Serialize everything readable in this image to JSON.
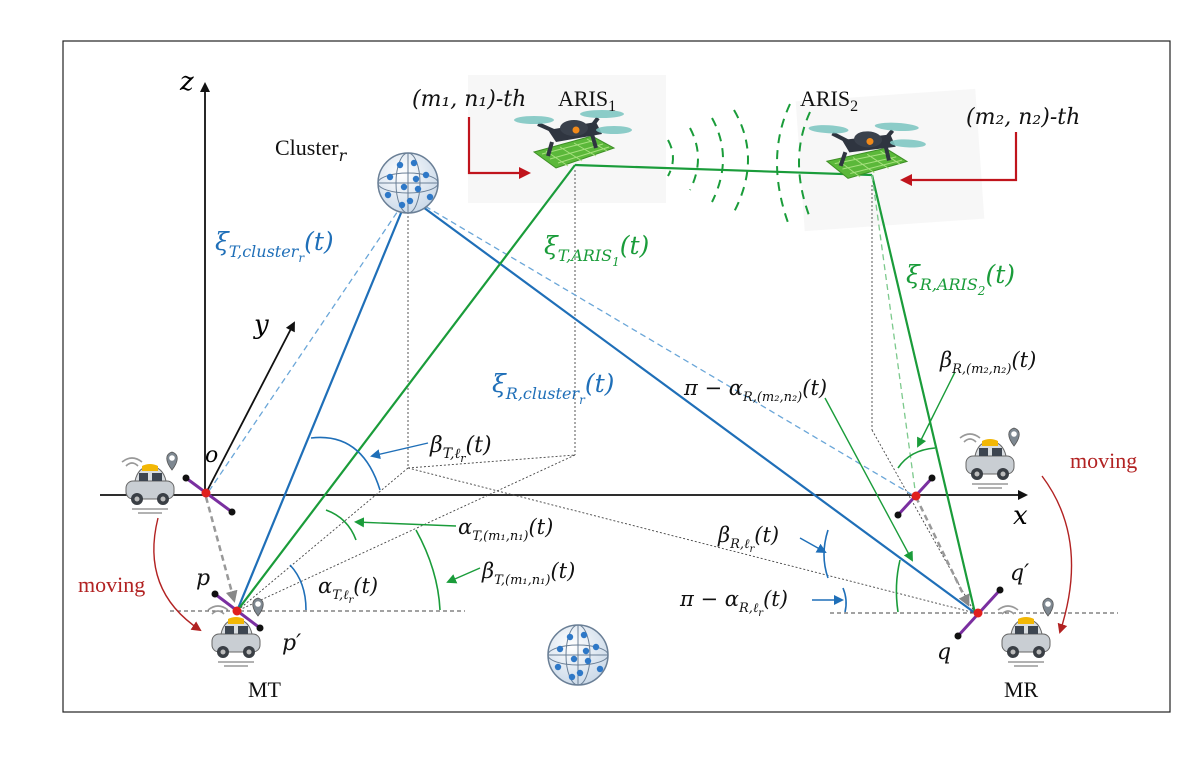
{
  "diagram": {
    "axes": {
      "x": "x",
      "y": "y",
      "z": "z",
      "origin": "o"
    },
    "nodes": {
      "mt": "MT",
      "mr": "MR",
      "cluster": "Cluster",
      "cluster_sub": "r",
      "aris1": "ARIS",
      "aris1_sub": "1",
      "aris2": "ARIS",
      "aris2_sub": "2"
    },
    "element_labels": {
      "m1n1": "(m₁, n₁)-th",
      "m2n2": "(m₂, n₂)-th"
    },
    "antenna_labels": {
      "p": "p",
      "p_prime": "p′",
      "q": "q",
      "q_prime": "q′"
    },
    "moving_labels": {
      "left": "moving",
      "right": "moving"
    },
    "distances": {
      "xi_t_cluster": "ξ",
      "xi_t_cluster_sub": "T,cluster",
      "xi_t_cluster_subsub": "r",
      "xi_t_cluster_arg": "(t)",
      "xi_r_cluster": "ξ",
      "xi_r_cluster_sub": "R,cluster",
      "xi_r_cluster_subsub": "r",
      "xi_r_cluster_arg": "(t)",
      "xi_t_aris1": "ξ",
      "xi_t_aris1_sub": "T,ARIS",
      "xi_t_aris1_subsub": "1",
      "xi_t_aris1_arg": "(t)",
      "xi_r_aris2": "ξ",
      "xi_r_aris2_sub": "R,ARIS",
      "xi_r_aris2_subsub": "2",
      "xi_r_aris2_arg": "(t)"
    },
    "angles": {
      "beta_t_lr": "β",
      "beta_t_lr_sub": "T,ℓ",
      "beta_t_lr_subsub": "r",
      "alpha_t_m1n1": "α",
      "alpha_t_m1n1_sub": "T,(m₁,n₁)",
      "beta_t_m1n1": "β",
      "beta_t_m1n1_sub": "T,(m₁,n₁)",
      "alpha_t_lr": "α",
      "alpha_t_lr_sub": "T,ℓ",
      "alpha_t_lr_subsub": "r",
      "beta_r_m2n2": "β",
      "beta_r_m2n2_sub": "R,(m₂,n₂)",
      "pi_alpha_r_m2n2": "π − α",
      "pi_alpha_r_m2n2_sub": "R,(m₂,n₂)",
      "beta_r_lr": "β",
      "beta_r_lr_sub": "R,ℓ",
      "beta_r_lr_subsub": "r",
      "pi_alpha_r_lr": "π − α",
      "pi_alpha_r_lr_sub": "R,ℓ",
      "pi_alpha_r_lr_subsub": "r",
      "arg": "(t)"
    },
    "colors": {
      "blue": "#1f6fb8",
      "light_blue": "#6aa6d8",
      "green": "#1a9c3a",
      "red_arrow": "#c0141c",
      "moving": "#b22222",
      "antenna": "#7a2fa0"
    },
    "icons": [
      "car-icon",
      "drone-icon",
      "location-pin-icon",
      "wifi-signal-icon",
      "scatter-sphere-icon"
    ]
  }
}
